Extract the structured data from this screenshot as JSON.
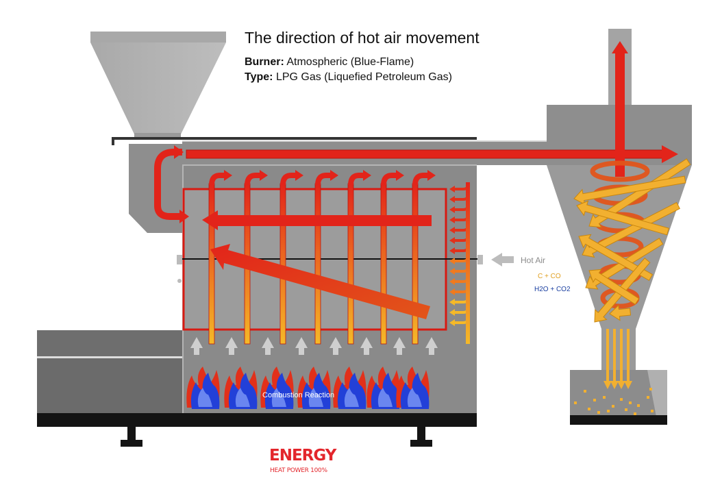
{
  "diagram": {
    "title": "The direction of hot air movement",
    "burner_label": "Burner:",
    "burner_value": "Atmospheric (Blue-Flame)",
    "type_label": "Type:",
    "type_value": "LPG Gas (Liquefied Petroleum Gas)",
    "hot_air_label": "Hot Air",
    "combustion_label": "Combustion Reaction",
    "incomplete_label": "C + CO",
    "complete_label": "H2O + CO2"
  },
  "brand": {
    "name": "ENERGY",
    "tagline": "HEAT POWER 100%"
  },
  "colors": {
    "machine_gray": "#888888",
    "dark_gray": "#555555",
    "frame_black": "#141414",
    "hot_red": "#e2241a",
    "warm_orange": "#f07a1e",
    "flame_blue": "#2240d8",
    "co_label": "#e0a020",
    "co2_label": "#1a3fa0",
    "brand_red": "#e3262c"
  }
}
